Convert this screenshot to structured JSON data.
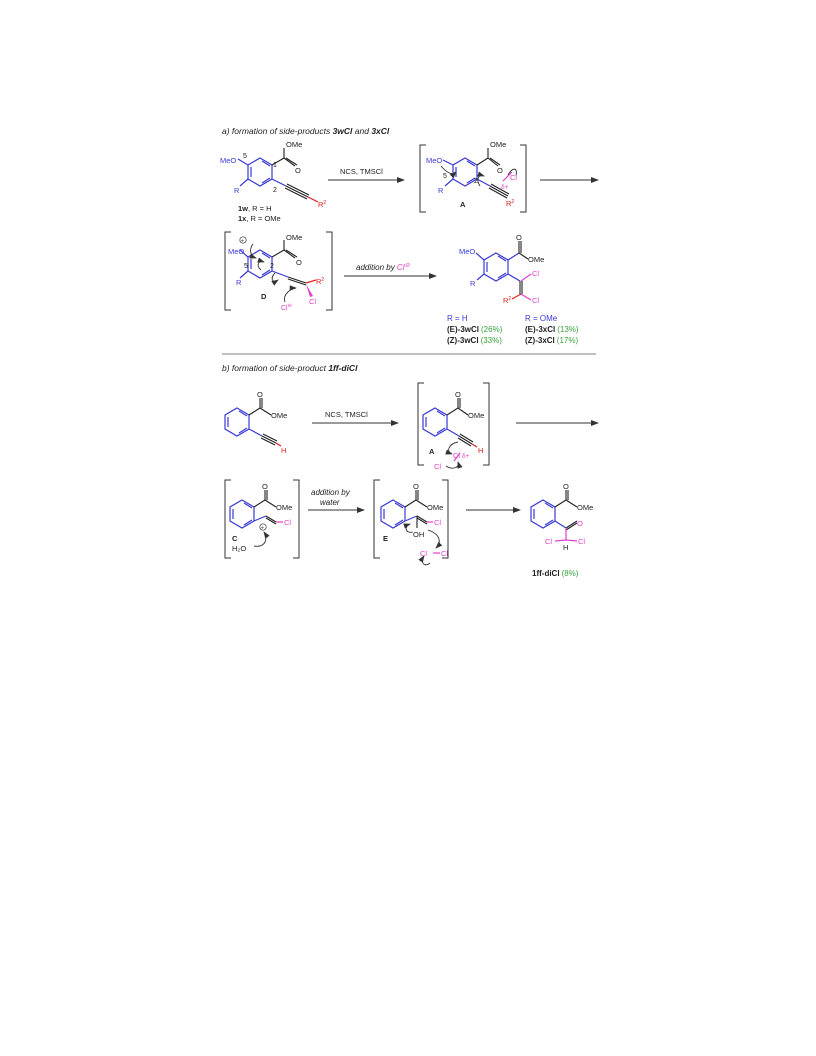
{
  "colors": {
    "blue": "#3a3ad6",
    "magenta": "#e040c8",
    "red": "#e02020",
    "green": "#3aa23a",
    "black": "#222222"
  },
  "part_a": {
    "title_prefix": "a) formation of side-products ",
    "title_p1": "3wCl",
    "title_and": " and ",
    "title_p2": "3xCl",
    "reagent": "NCS, TMSCl",
    "addition_prefix": "addition by ",
    "addition_ion": "Cl",
    "sm": {
      "meo": "MeO",
      "ome": "OMe",
      "o": "O",
      "r": "R",
      "r2": "R",
      "pos5": "5",
      "pos1": "1",
      "pos2": "2",
      "label_w": "1w",
      "label_w_def": ", R = H",
      "label_x": "1x",
      "label_x_def": ", R = OMe"
    },
    "int_A": {
      "meo": "MeO",
      "ome": "OMe",
      "o": "O",
      "r": "R",
      "r2": "R",
      "pos5": "5",
      "pos2": "2",
      "cl": "Cl",
      "delta": "δ+",
      "label": "A"
    },
    "int_D": {
      "meo": "MeO",
      "ome": "OMe",
      "o": "O",
      "r": "R",
      "r2": "R",
      "pos5": "5",
      "pos2": "2",
      "cl": "Cl",
      "cl_minus": "Cl",
      "label": "D"
    },
    "product": {
      "meo": "MeO",
      "ome": "OMe",
      "o": "O",
      "r": "R",
      "r2": "R",
      "cl1": "Cl",
      "cl2": "Cl"
    },
    "yields": {
      "col1_head": "R = H",
      "col2_head": "R = OMe",
      "rows": [
        {
          "iso": "(E)",
          "name": "-3wCl",
          "yield": "(26%)"
        },
        {
          "iso": "(Z)",
          "name": "-3wCl",
          "yield": "(33%)"
        },
        {
          "iso": "(E)",
          "name": "-3xCl",
          "yield": "(13%)"
        },
        {
          "iso": "(Z)",
          "name": "-3xCl",
          "yield": "(17%)"
        }
      ]
    }
  },
  "part_b": {
    "title_prefix": "b) formation of side-product ",
    "title_p": "1ff-diCl",
    "reagent": "NCS, TMSCl",
    "addition_line1": "addition by",
    "addition_line2": "water",
    "sm": {
      "ome": "OMe",
      "o": "O",
      "h": "H"
    },
    "int_A": {
      "ome": "OMe",
      "o": "O",
      "h": "H",
      "cl": "Cl",
      "cl2": "Cl",
      "delta": "δ+",
      "label": "A"
    },
    "int_C": {
      "ome": "OMe",
      "o": "O",
      "cl": "Cl",
      "water": "H₂O",
      "label": "C"
    },
    "int_E": {
      "ome": "OMe",
      "o": "O",
      "oh": "OH",
      "cl": "Cl",
      "cl2": "Cl",
      "cl3": "Cl",
      "label": "E"
    },
    "product": {
      "ome": "OMe",
      "o1": "O",
      "o2": "O",
      "cl1": "Cl",
      "cl2": "Cl",
      "h": "H",
      "name": "1ff-diCl",
      "yield": "(8%)"
    }
  }
}
